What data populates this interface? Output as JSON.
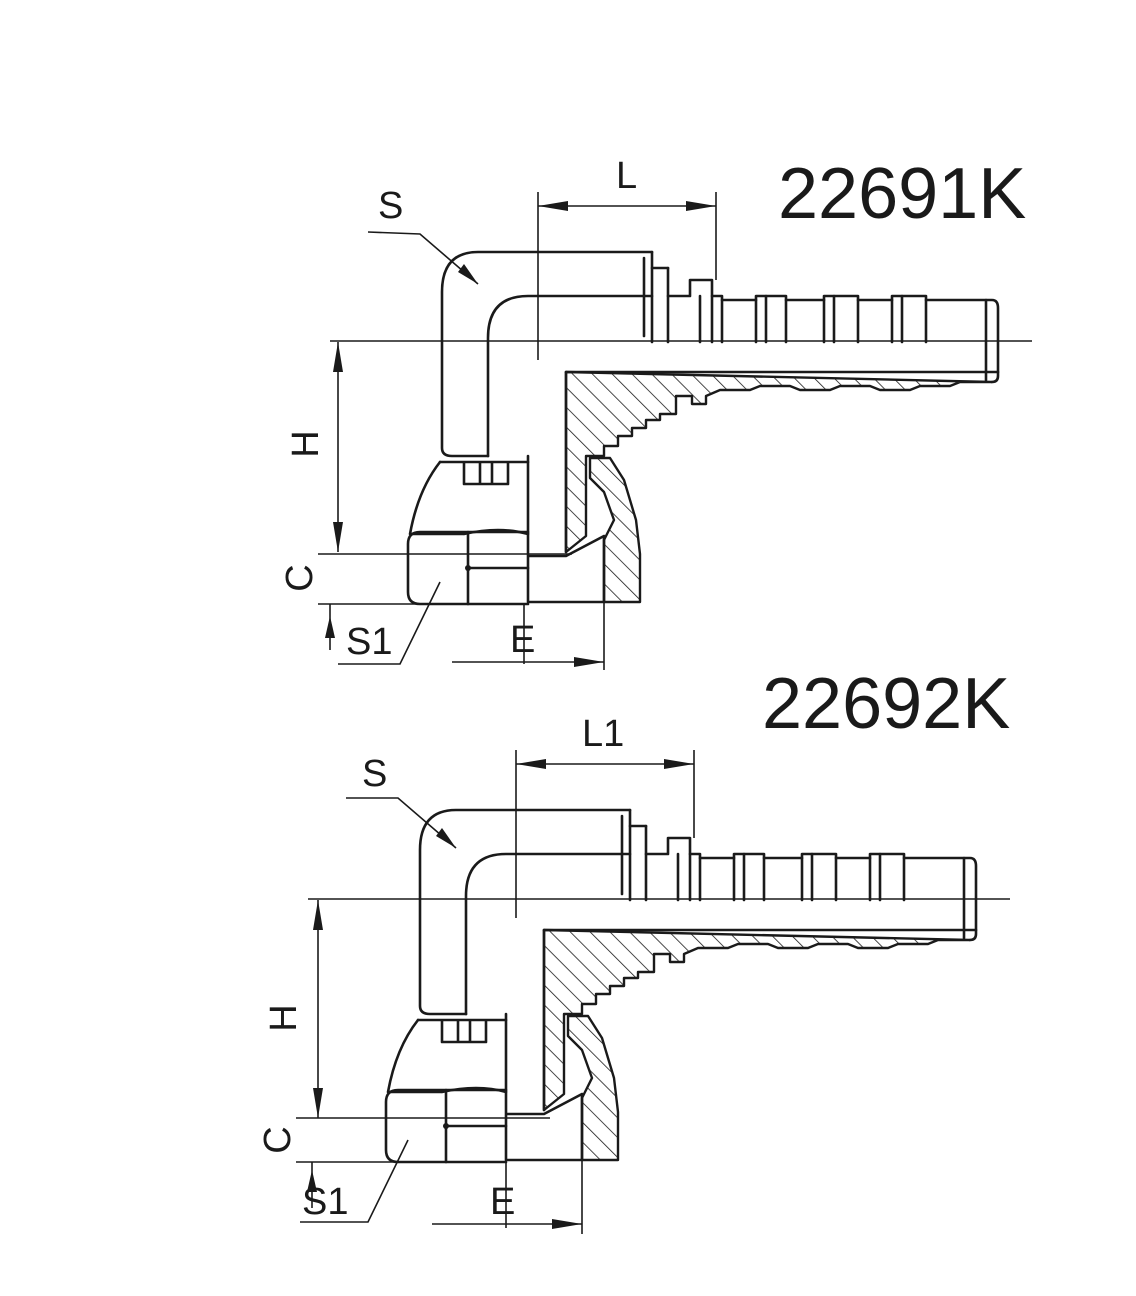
{
  "fittings": [
    {
      "code": "22691K",
      "labels": {
        "s": "S",
        "l": "L",
        "h": "H",
        "c": "C",
        "s1": "S1",
        "e": "E"
      }
    },
    {
      "code": "22692K",
      "labels": {
        "s": "S",
        "l": "L1",
        "h": "H",
        "c": "C",
        "s1": "S1",
        "e": "E"
      }
    }
  ]
}
